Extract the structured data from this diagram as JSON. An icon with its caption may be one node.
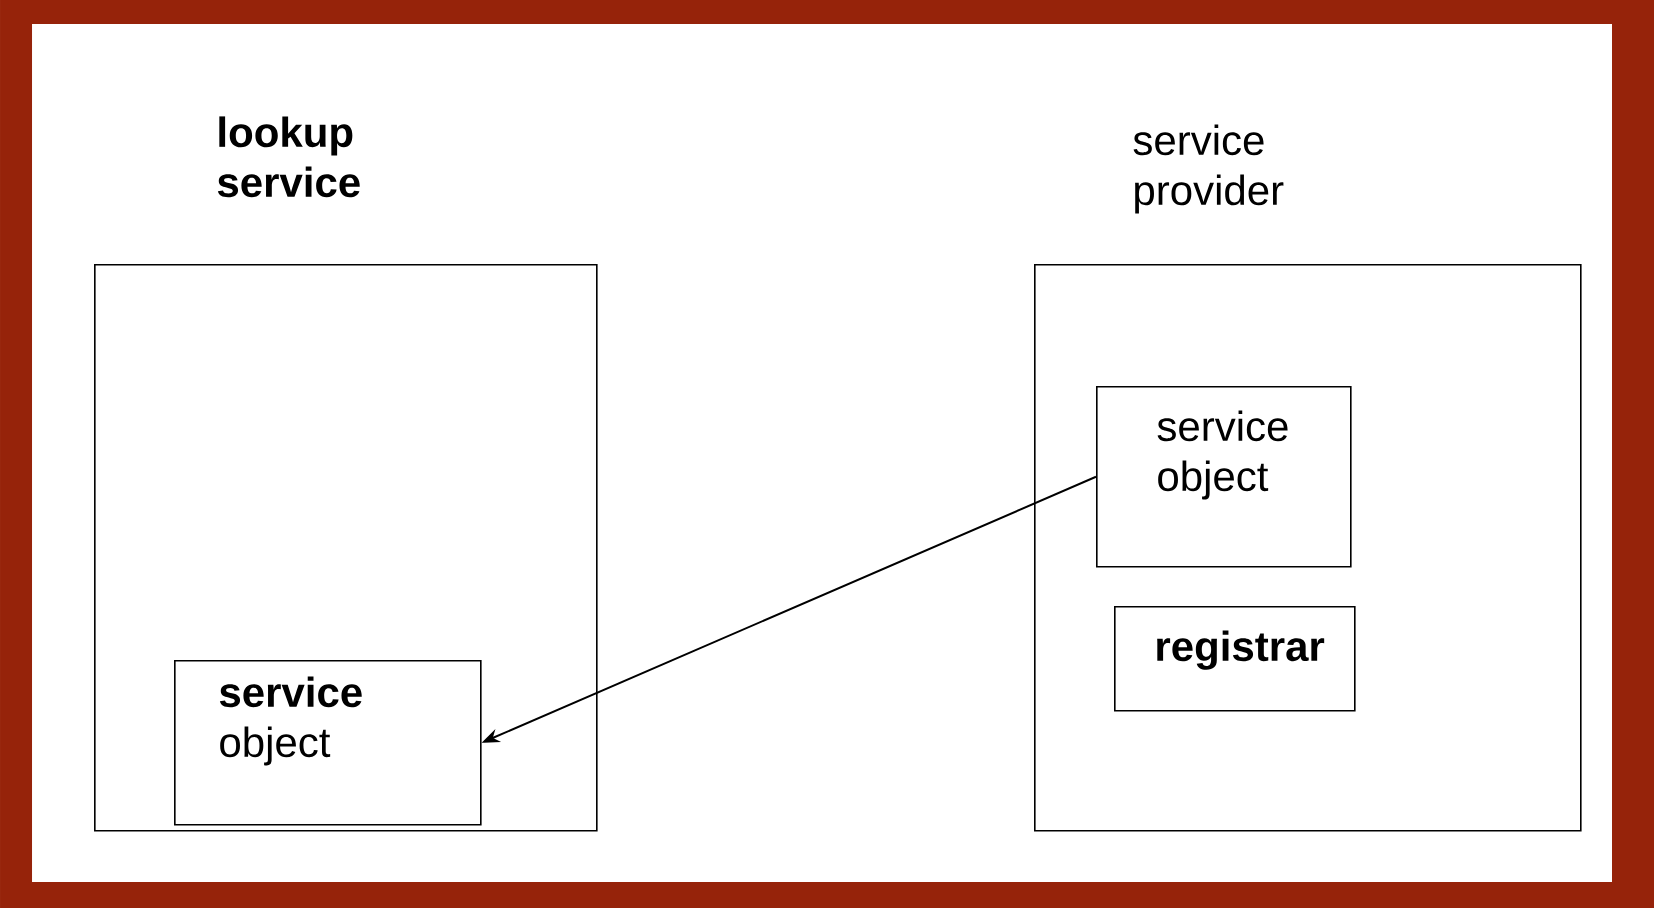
{
  "diagram": {
    "nodes": [
      {
        "text": [
          "lookup service"
        ]
      },
      {
        "text": [
          "**service** object"
        ],
        "in": 0
      },
      {
        "text": [
          "service provider"
        ]
      },
      {
        "text": [
          "service object"
        ],
        "in": 2
      },
      {
        "text": [
          "registrar"
        ],
        "in": 2
      }
    ],
    "edges": [
      {
        "from": 3,
        "to": 1,
        "arrow": "to"
      }
    ]
  }
}
